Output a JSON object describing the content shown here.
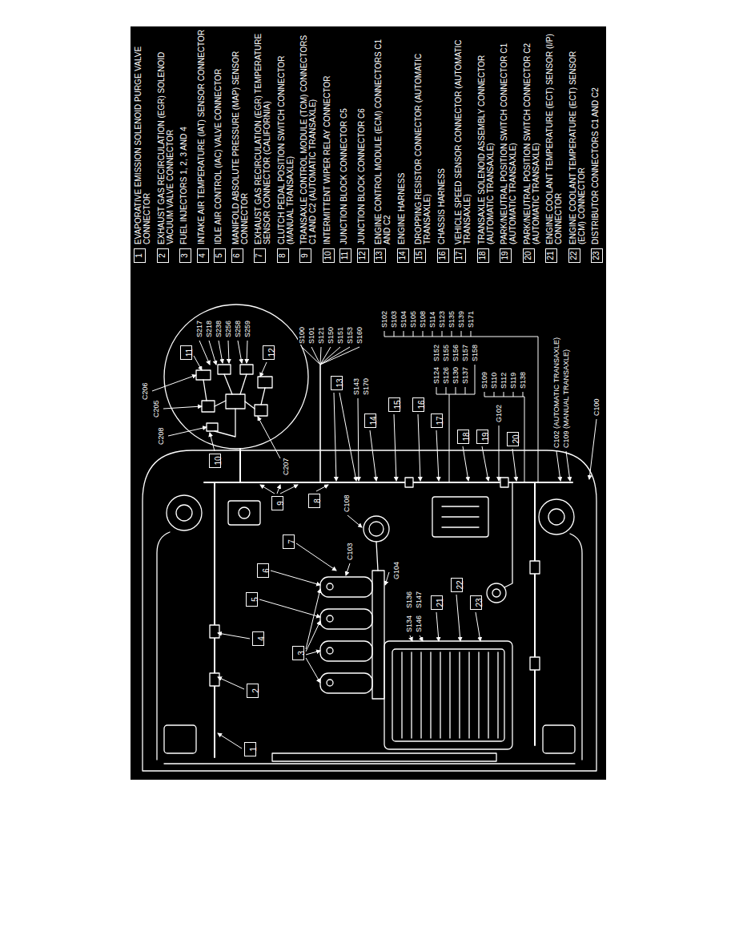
{
  "diagram": {
    "nodes": [
      {
        "text": [
          "1",
          "EVAPORATIVE EMISSION SOLENOID PURGE VALVE CONNECTOR"
        ]
      },
      {
        "text": [
          "2",
          "EXHAUST GAS RECIRCULATION (EGR) SOLENOID VACUUM VALVE CONNECTOR"
        ]
      },
      {
        "text": [
          "3",
          "FUEL INJECTORS 1, 2, 3 AND 4"
        ]
      },
      {
        "text": [
          "4",
          "INTAKE AIR TEMPERATURE (IAT) SENSOR CONNECTOR"
        ]
      },
      {
        "text": [
          "5",
          "IDLE AIR CONTROL (IAC) VALVE CONNECTOR"
        ]
      },
      {
        "text": [
          "6",
          "MANIFOLD ABSOLUTE PRESSURE (MAP) SENSOR CONNECTOR"
        ]
      },
      {
        "text": [
          "7",
          "EXHAUST GAS RECIRCULATION (EGR) TEMPERATURE SENSOR CONNECTOR (CALIFORNIA)"
        ]
      },
      {
        "text": [
          "8",
          "CLUTCH PEDAL POSITION SWITCH CONNECTOR (MANUAL TRANSAXLE)"
        ]
      },
      {
        "text": [
          "9",
          "TRANSAXLE CONTROL MODULE (TCM) CONNECTORS C1 AND C2 (AUTOMATIC TRANSAXLE)"
        ]
      },
      {
        "text": [
          "10",
          "INTERMITTENT WIPER RELAY CONNECTOR"
        ]
      },
      {
        "text": [
          "11",
          "JUNCTION BLOCK CONNECTOR C5"
        ]
      },
      {
        "text": [
          "12",
          "JUNCTION BLOCK CONNECTOR C6"
        ]
      },
      {
        "text": [
          "13",
          "ENGINE CONTROL MODULE (ECM) CONNECTORS C1 AND C2"
        ]
      },
      {
        "text": [
          "14",
          "ENGINE HARNESS"
        ]
      },
      {
        "text": [
          "15",
          "DROPPING RESISTOR CONNECTOR (AUTOMATIC TRANSAXLE)"
        ]
      },
      {
        "text": [
          "16",
          "CHASSIS HARNESS"
        ]
      },
      {
        "text": [
          "17",
          "VEHICLE SPEED SENSOR CONNECTOR (AUTOMATIC TRANSAXLE)"
        ]
      },
      {
        "text": [
          "18",
          "TRANSAXLE SOLENOID ASSEMBLY CONNECTOR (AUTOMATIC TRANSAXLE)"
        ]
      },
      {
        "text": [
          "19",
          "PARK/NEUTRAL POSITION SWITCH CONNECTOR C1 (AUTOMATIC TRANSAXLE)"
        ]
      },
      {
        "text": [
          "20",
          "PARK/NEUTRAL POSITION SWITCH CONNECTOR C2 (AUTOMATIC TRANSAXLE)"
        ]
      },
      {
        "text": [
          "21",
          "ENGINE COOLANT TEMPERATURE (ECT) SENSOR (I/P) CONNECTOR"
        ]
      },
      {
        "text": [
          "22",
          "ENGINE COOLANT TEMPERATURE (ECT) SENSOR (ECM) CONNECTOR"
        ]
      },
      {
        "text": [
          "23",
          "DISTRIBUTOR CONNECTORS C1 AND C2"
        ]
      },
      {
        "text": [
          "1"
        ]
      },
      {
        "text": [
          "2"
        ]
      },
      {
        "text": [
          "3"
        ]
      },
      {
        "text": [
          "4"
        ]
      },
      {
        "text": [
          "5"
        ]
      },
      {
        "text": [
          "6"
        ]
      },
      {
        "text": [
          "7"
        ]
      },
      {
        "text": [
          "8"
        ]
      },
      {
        "text": [
          "9"
        ]
      },
      {
        "text": [
          "10"
        ]
      },
      {
        "text": [
          "11"
        ]
      },
      {
        "text": [
          "12"
        ]
      },
      {
        "text": [
          "13"
        ]
      },
      {
        "text": [
          "14"
        ]
      },
      {
        "text": [
          "15"
        ]
      },
      {
        "text": [
          "16"
        ]
      },
      {
        "text": [
          "17"
        ]
      },
      {
        "text": [
          "18"
        ]
      },
      {
        "text": [
          "19"
        ]
      },
      {
        "text": [
          "20"
        ]
      },
      {
        "text": [
          "21"
        ]
      },
      {
        "text": [
          "22"
        ]
      },
      {
        "text": [
          "23"
        ]
      }
    ],
    "labels": [
      "C206",
      "C205",
      "C208",
      "C207",
      "S217",
      "S218",
      "S238",
      "S256",
      "S258",
      "S259",
      "S100",
      "S101",
      "S121",
      "S150",
      "S151",
      "S153",
      "S160",
      "S143",
      "S170",
      "S102",
      "S103",
      "S104",
      "S105",
      "S108",
      "S114",
      "S123",
      "S135",
      "S139",
      "S171",
      "S124",
      "S126",
      "S130",
      "S137",
      "S152",
      "S155",
      "S156",
      "S157",
      "S158",
      "S109",
      "S110",
      "S112",
      "S119",
      "S138",
      "G102",
      "C102 (AUTOMATIC TRANSAXLE)",
      "C109 (MANUAL TRANSAXLE)",
      "C100",
      "C108",
      "C103",
      "G104",
      "S134",
      "S136",
      "S146",
      "S147"
    ]
  }
}
